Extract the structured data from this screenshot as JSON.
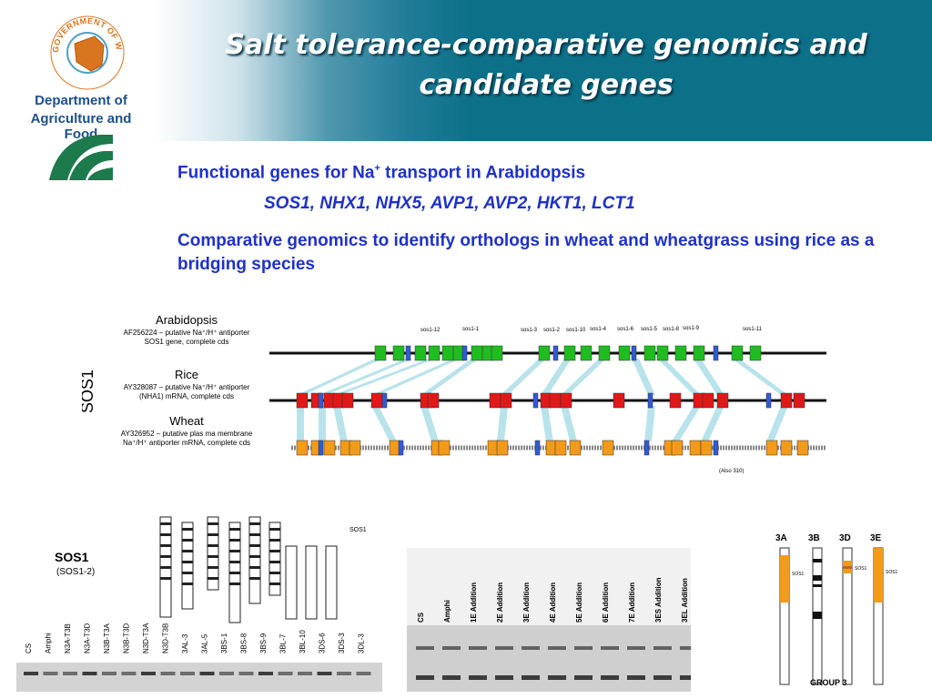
{
  "header": {
    "title": "Salt tolerance-comparative genomics and candidate genes",
    "logo": {
      "seal_text": "GOVERNMENT OF WESTERN AUSTRALIA",
      "dept_line1": "Department of",
      "dept_line2": "Agriculture and Food"
    }
  },
  "bullets": {
    "b1_prefix": "Functional genes for Na",
    "b1_sup": "+",
    "b1_suffix": " transport in Arabidopsis",
    "b2": "SOS1, NHX1, NHX5, AVP1, AVP2, HKT1, LCT1",
    "b3": "Comparative genomics to identify orthologs in wheat and wheatgrass using rice as a bridging species"
  },
  "gene_figure": {
    "axis_label": "SOS1",
    "species": [
      {
        "name": "Arabidopsis",
        "desc1": "AF256224 – putative Na⁺/H⁺ antiporter",
        "desc2": "SOS1 gene, complete cds"
      },
      {
        "name": "Rice",
        "desc1": "AY328087 – putative Na⁺/H⁺ antiporter",
        "desc2": "(NHA1) mRNA, complete cds"
      },
      {
        "name": "Wheat",
        "desc1": "AY326952 – putative plas ma membrane",
        "desc2": "Na⁺/H⁺ antiporter mRNA, complete cds"
      }
    ],
    "exon_labels": [
      "sos1-12",
      "sos1-1",
      "sos1-3",
      "sos1-2",
      "sos1-10",
      "sos1-4",
      "sos1-6",
      "sos1-5",
      "sos1-8",
      "sos1-9",
      "sos1-11"
    ],
    "wheat_note": "(Also 310)",
    "colors": {
      "arabidopsis": "#1fbd1f",
      "rice": "#e01818",
      "wheat": "#f29a1a",
      "link": "#a8dce6",
      "probe": "#2f5bd8"
    }
  },
  "gel1": {
    "title": "SOS1",
    "subtitle": "(SOS1-2)",
    "lanes": [
      "CS",
      "Amphi",
      "N3A-T3B",
      "N3A-T3D",
      "N3B-T3A",
      "N3B-T3D",
      "N3D-T3A",
      "N3D-T3B",
      "3AL-3",
      "3AL-5",
      "3BS-1",
      "3BS-8",
      "3BS-9",
      "3BL-7",
      "3BL-10",
      "3DS-6",
      "3DS-3",
      "3DL-3"
    ],
    "pointer": "SOS1"
  },
  "gel2": {
    "lanes": [
      "CS",
      "Amphi",
      "1E Addition",
      "2E Addition",
      "3E Addition",
      "4E Addition",
      "5E Addition",
      "6E Addition",
      "7E Addition",
      "3ES Addition",
      "3EL Addition"
    ]
  },
  "chromosomes": {
    "labels": [
      "3A",
      "3B",
      "3D",
      "3E"
    ],
    "marker": "SOS1",
    "footer": "GROUP 3"
  }
}
